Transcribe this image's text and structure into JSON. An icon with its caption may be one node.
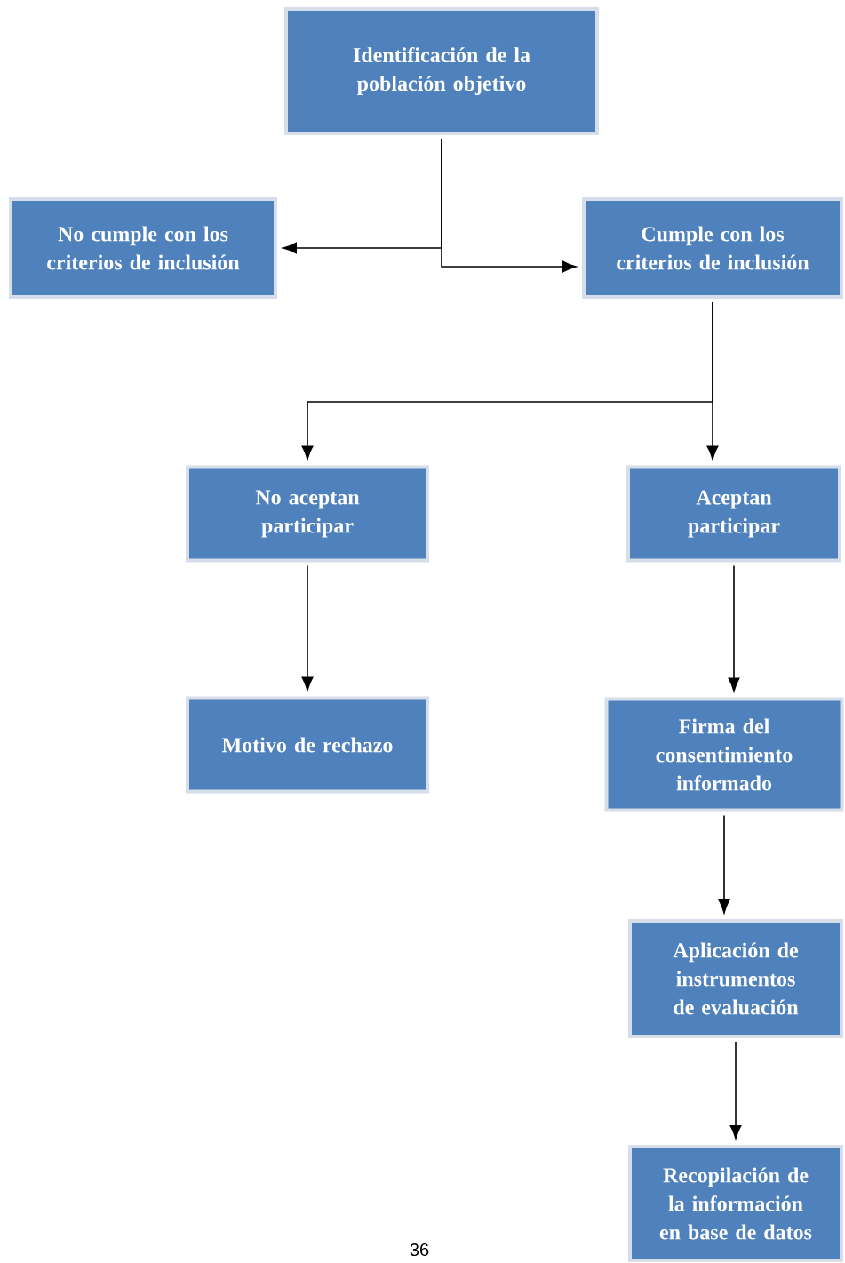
{
  "diagram": {
    "nodes": [
      {
        "text": [
          "Identificación de la población objetivo"
        ]
      },
      {
        "text": [
          "No cumple con los criterios de inclusión"
        ]
      },
      {
        "text": [
          "Cumple con los criterios de inclusión"
        ]
      },
      {
        "text": [
          "No aceptan participar"
        ]
      },
      {
        "text": [
          "Aceptan participar"
        ]
      },
      {
        "text": [
          "Motivo de rechazo"
        ]
      },
      {
        "text": [
          "Firma del consentimiento informado"
        ]
      },
      {
        "text": [
          "Aplicación de instrumentos de evaluación"
        ]
      },
      {
        "text": [
          "Recopilación de la información en base de datos"
        ]
      }
    ],
    "edges": [
      {
        "from": 0,
        "to": 1,
        "arrow": "to"
      },
      {
        "from": 0,
        "to": 2,
        "arrow": "to"
      },
      {
        "from": 2,
        "to": 3,
        "arrow": "to"
      },
      {
        "from": 2,
        "to": 4,
        "arrow": "to"
      },
      {
        "from": 3,
        "to": 5,
        "arrow": "to"
      },
      {
        "from": 4,
        "to": 6,
        "arrow": "to"
      },
      {
        "from": 6,
        "to": 7,
        "arrow": "to"
      },
      {
        "from": 7,
        "to": 8,
        "arrow": "to"
      }
    ],
    "labels": [
      "36"
    ]
  }
}
